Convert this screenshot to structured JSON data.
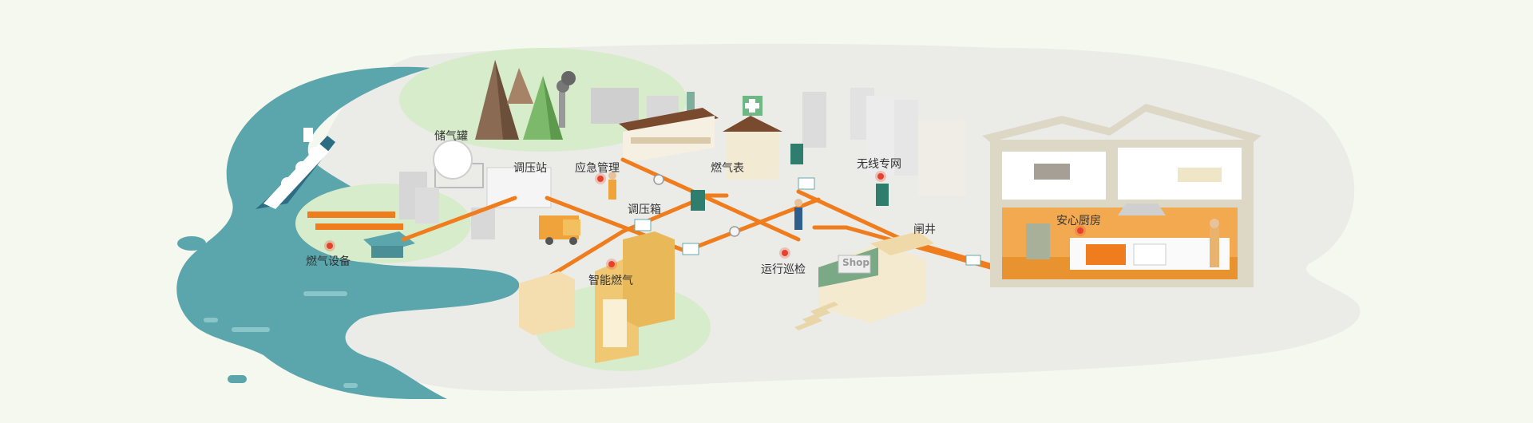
{
  "colors": {
    "background": "#f4f8ef",
    "island": "#ebebe8",
    "water": "#5aa6ac",
    "green_area": "#d7ecca",
    "pipe": "#ef7d1e",
    "marker": "#e8412b",
    "house": "#ddd8c6",
    "kitchen_wall": "#f2a950"
  },
  "labels": {
    "storage_tank": "储气罐",
    "regulator_station": "调压站",
    "emergency_mgmt": "应急管理",
    "gas_meter": "燃气表",
    "wireless_network": "无线专网",
    "regulator_box": "调压箱",
    "gate_well": "闸井",
    "safe_kitchen": "安心厨房",
    "gas_equipment": "燃气设备",
    "smart_gas": "智能燃气",
    "patrol_inspection": "运行巡检"
  },
  "shop_sign": "Shop"
}
